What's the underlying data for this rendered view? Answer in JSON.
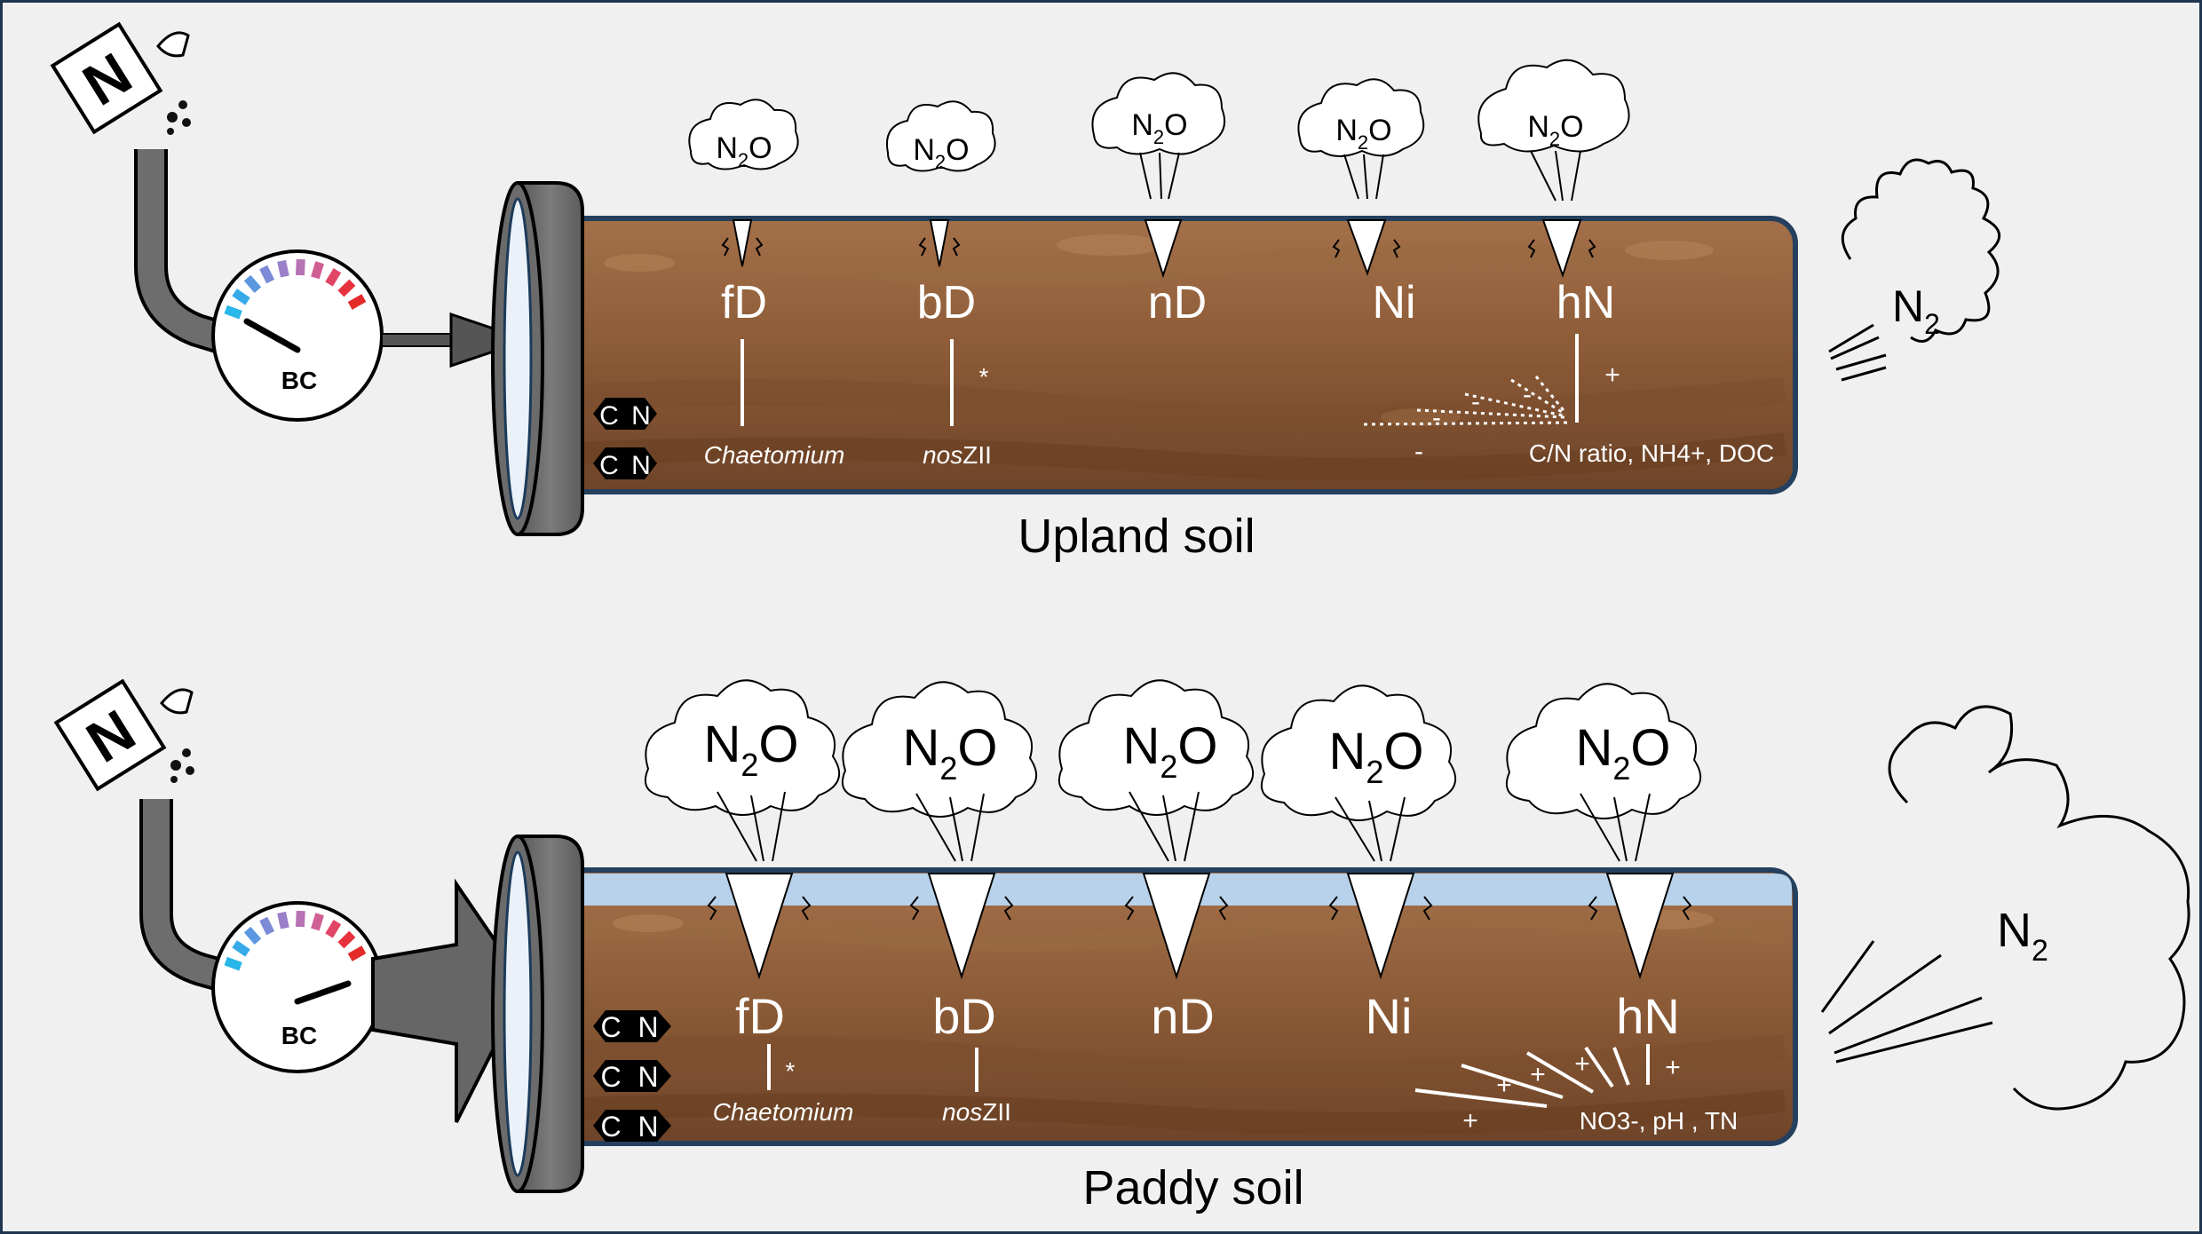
{
  "panels": [
    {
      "id": "upland",
      "caption": "Upland soil",
      "n_emission_level": "low",
      "n2_label": "N2",
      "gauge_label": "BC",
      "fertilizer_label": "N",
      "cn_label_c": "C",
      "cn_label_n": "N",
      "processes": [
        {
          "code": "fD",
          "flux_label": "N2O"
        },
        {
          "code": "bD",
          "flux_label": "N2O"
        },
        {
          "code": "nD",
          "flux_label": "N2O"
        },
        {
          "code": "Ni",
          "flux_label": "N2O"
        },
        {
          "code": "hN",
          "flux_label": "N2O"
        }
      ],
      "drivers": {
        "fD": "Chaetomium",
        "bD_prefix": "nos",
        "bD_suffix": "ZII",
        "bD_mark": "*",
        "hN_mark": "+",
        "factors": "C/N ratio, NH4+, DOC",
        "factor_signs": [
          "-",
          "-",
          "-",
          "-"
        ]
      }
    },
    {
      "id": "paddy",
      "caption": "Paddy soil",
      "n_emission_level": "high",
      "n2_label": "N2",
      "gauge_label": "BC",
      "fertilizer_label": "N",
      "cn_label_c": "C",
      "cn_label_n": "N",
      "processes": [
        {
          "code": "fD",
          "flux_label": "N2O"
        },
        {
          "code": "bD",
          "flux_label": "N2O"
        },
        {
          "code": "nD",
          "flux_label": "N2O"
        },
        {
          "code": "Ni",
          "flux_label": "N2O"
        },
        {
          "code": "hN",
          "flux_label": "N2O"
        }
      ],
      "drivers": {
        "fD": "Chaetomium",
        "fD_mark": "*",
        "bD_prefix": "nos",
        "bD_suffix": "ZII",
        "hN_mark": "+",
        "factors": "NO3-, pH , TN",
        "factor_signs": [
          "+",
          "+",
          "+",
          "+"
        ]
      }
    }
  ]
}
